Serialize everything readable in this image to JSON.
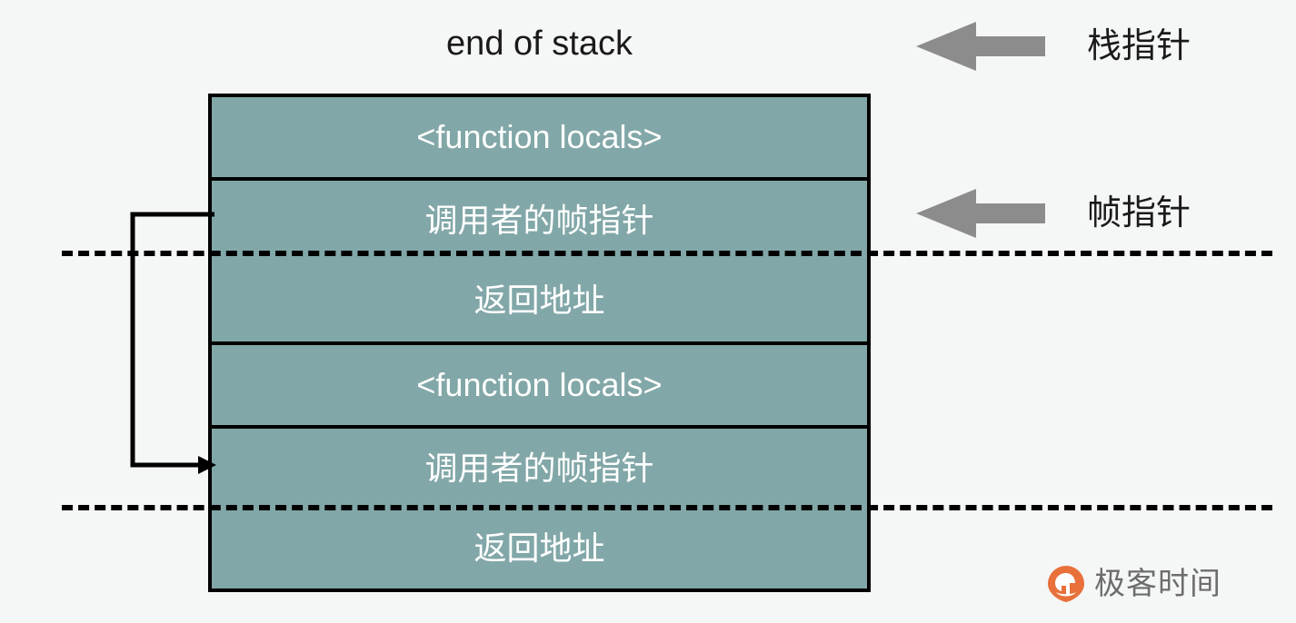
{
  "diagram": {
    "title": "end of stack",
    "background_color": "#f5f6f6",
    "box_fill_color": "#82a7a8",
    "box_border_color": "#000000",
    "row_text_color": "#ffffff",
    "arrow_color": "#8c8c8c",
    "stack_rows": [
      {
        "label": "<function locals>"
      },
      {
        "label": "调用者的帧指针"
      },
      {
        "label": "返回地址"
      },
      {
        "label": "<function locals>"
      },
      {
        "label": "调用者的帧指针"
      },
      {
        "label": "返回地址"
      }
    ],
    "pointers": [
      {
        "label": "栈指针",
        "icon": "left-arrow-icon"
      },
      {
        "label": "帧指针",
        "icon": "left-arrow-icon"
      }
    ],
    "frame_boundaries": [
      {
        "style": "dashed"
      },
      {
        "style": "dashed"
      }
    ],
    "connector": {
      "icon": "frame-pointer-chain-arrow-icon",
      "from_row_index": 1,
      "to_row_index": 4
    }
  },
  "watermark": {
    "text": "极客时间",
    "logo_color": "#e8703a",
    "text_color": "#6d6d6d",
    "icon": "geektime-logo-icon"
  }
}
